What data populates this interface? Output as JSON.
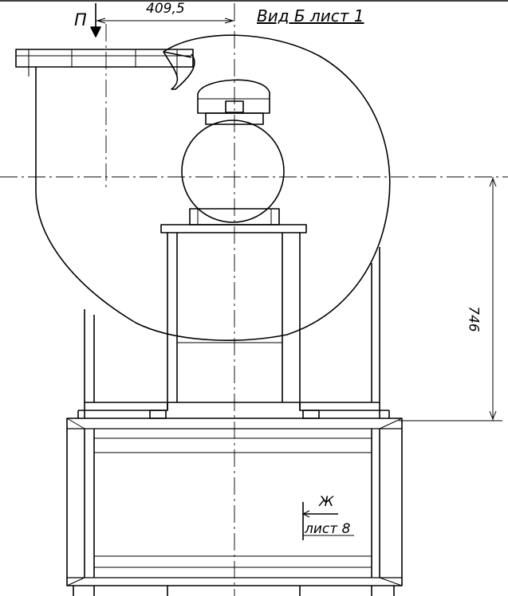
{
  "drawing": {
    "section_label": "П",
    "dim_top": "409,5",
    "view_ref": "Вид Б лист 1",
    "dim_right": "746",
    "section_zh": "Ж",
    "sheet_ref": "лист 8"
  }
}
